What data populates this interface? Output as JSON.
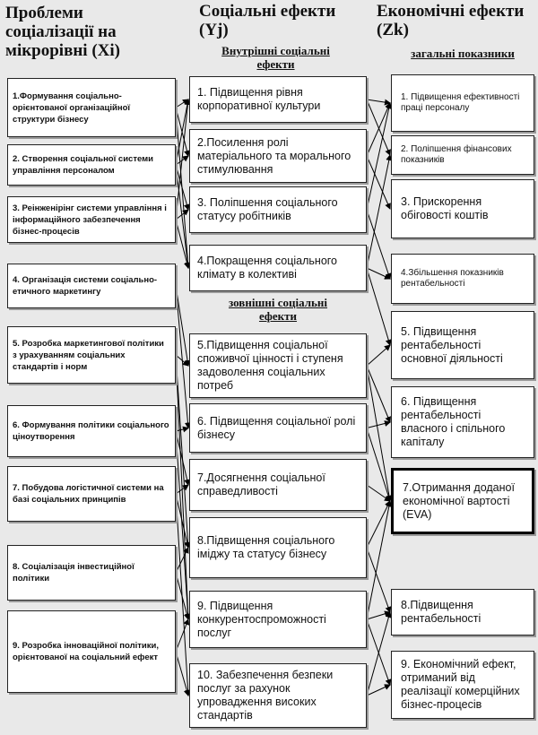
{
  "headers": {
    "col1": "Проблеми соціалізації на мікрорівні (Xi)",
    "col2": "Соціальні ефекти (Yj)",
    "col3": "Економічні ефекти (Zk)",
    "internal": "Внутрішні соціальні ефекти",
    "external": "зовнішні соціальні ефекти",
    "general": "загальні показники"
  },
  "problems": [
    "1.Формування соціально-орієнтованої організаційної структури бізнесу",
    "2. Створення соціальної системи управління персоналом",
    "3. Реінженірінг системи управління і інформаційного забезпечення бізнес-процесів",
    "4. Організація системи соціально-етичного маркетингу",
    "5. Розробка маркетингової політики з урахуванням соціальних стандартів і норм",
    "6. Формування політики соціального ціноутворення",
    "7. Побудова логістичної системи на базі соціальних принципів",
    "8. Соціалізація інвестиційної політики",
    "9. Розробка інноваційної політики, орієнтованої на соціальний ефект"
  ],
  "social_effects": [
    "1. Підвищення рівня корпоративної культури",
    "2.Посилення ролі матеріального та морального стимулювання",
    "3. Поліпшення соціального статусу робітників",
    "4.Покращення соціального клімату в колективі",
    "5.Підвищення соціальної споживчої цінності і ступеня задоволення соціальних потреб",
    "6. Підвищення соціальної ролі бізнесу",
    "7.Досягнення соціальної справедливості",
    "8.Підвищення соціального іміджу та статусу бізнесу",
    "9. Підвищення конкурентоспроможності послуг",
    "10. Забезпечення безпеки послуг за рахунок упровадження високих стандартів"
  ],
  "economic_effects": [
    "1. Підвищення ефективності праці персоналу",
    "2. Поліпшення фінансових показників",
    "3. Прискорення обіговості коштів",
    "4.Збільшення показників рентабельності",
    "5. Підвищення рентабельності основної діяльності",
    "6. Підвищення рентабельності власного і спільного капіталу",
    "7.Отримання доданої економічної вартості (EVA)",
    "8.Підвищення рентабельності",
    "9. Економічний ефект, отриманий від реалізації комерційних бізнес-процесів"
  ]
}
